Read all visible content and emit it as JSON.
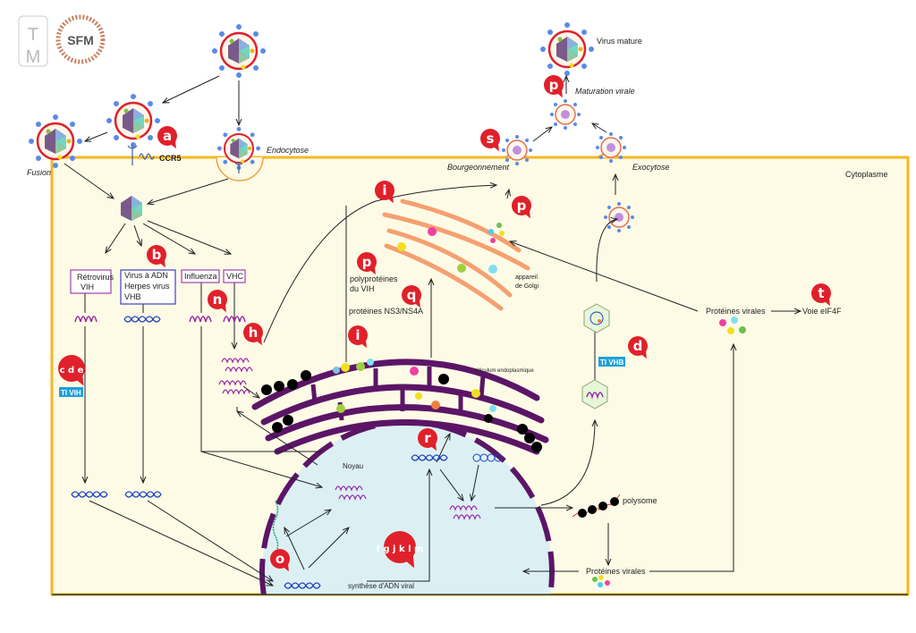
{
  "logos": {
    "left": "TVM",
    "right": "SFM"
  },
  "labels": {
    "ccr5": "CCR5",
    "fusion": "Fusion",
    "endocytose": "Endocytose",
    "bourgeonnement": "Bourgeonnement",
    "exocytose": "Exocytose",
    "cytoplasme": "Cytoplasme",
    "virus_mature": "Virus mature",
    "maturation": "Maturation virale",
    "retro_1": "Rétrovirus",
    "retro_2": "VIH",
    "adn_1": "Virus à ADN",
    "adn_2": "Herpes virus",
    "adn_3": "VHB",
    "influenza": "Influenza",
    "vhc": "VHC",
    "ti_vih": "TI VIH",
    "ti_vhb": "TI VHB",
    "polyprot_1": "polyprotéines",
    "polyprot_2": "du VIH",
    "ns3": "protéines NS3/NS4A",
    "golgi_1": "appareil",
    "golgi_2": "de Golgi",
    "reticulum": "réticulum endoplasmique",
    "noyau": "Noyau",
    "polysome": "polysome",
    "prot_virales_top": "Protéines virales",
    "voie": "Voie eIF4F",
    "prot_virales_bottom": "Protéines virales",
    "synthese": "synthèse d'ADN viral"
  },
  "badges": [
    "a",
    "b",
    "c d e",
    "n",
    "h",
    "i",
    "i",
    "p",
    "q",
    "p",
    "s",
    "p",
    "r",
    "d",
    "t",
    "f g j k l m",
    "o"
  ],
  "colors": {
    "badge": "#e0202a",
    "membrane": "#f5b820",
    "cytoplasm": "#fdfbe6",
    "nucleus": "#dcf0f4",
    "er": "#5b1566",
    "golgi": "#f5a070",
    "ti": "#1ea0dc"
  }
}
